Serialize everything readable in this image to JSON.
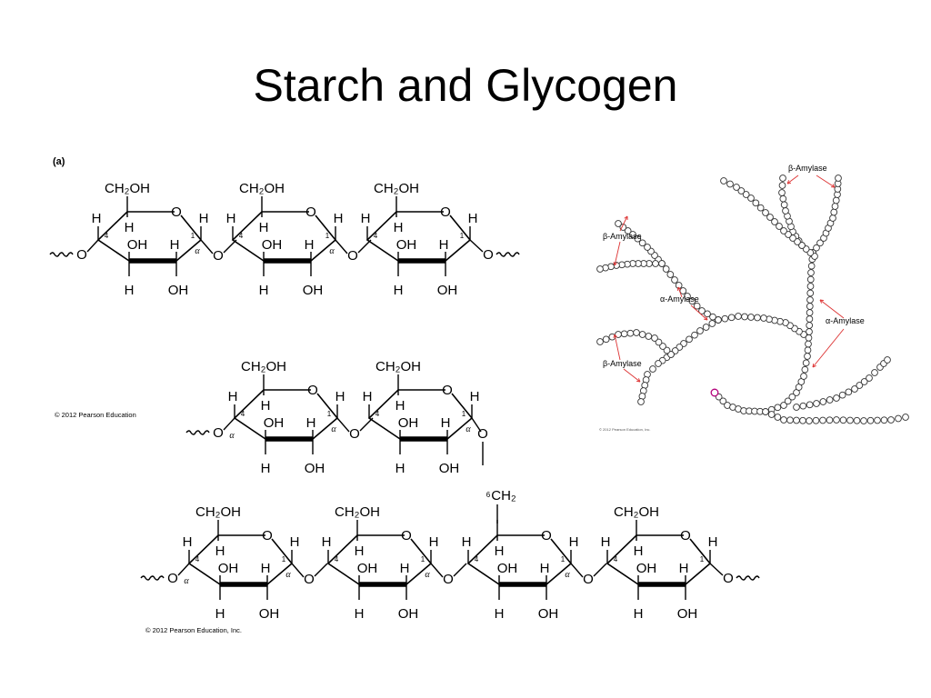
{
  "title": "Starch and Glycogen",
  "panel_label": "(a)",
  "copyright_1": "© 2012 Pearson Education",
  "copyright_2": "© 2012 Pearson Education, Inc.",
  "copyright_3": "© 2012 Pearson Education, Inc.",
  "atoms": {
    "ch2oh": "CH₂OH",
    "ch2": "CH₂",
    "o": "O",
    "h": "H",
    "oh": "OH",
    "c1": "1",
    "c4": "4",
    "c6": "6",
    "alpha": "α"
  },
  "enzymes": {
    "beta_amylase_label": "β-Amylase",
    "alpha_amylase_label": "α-Amylase"
  }
}
